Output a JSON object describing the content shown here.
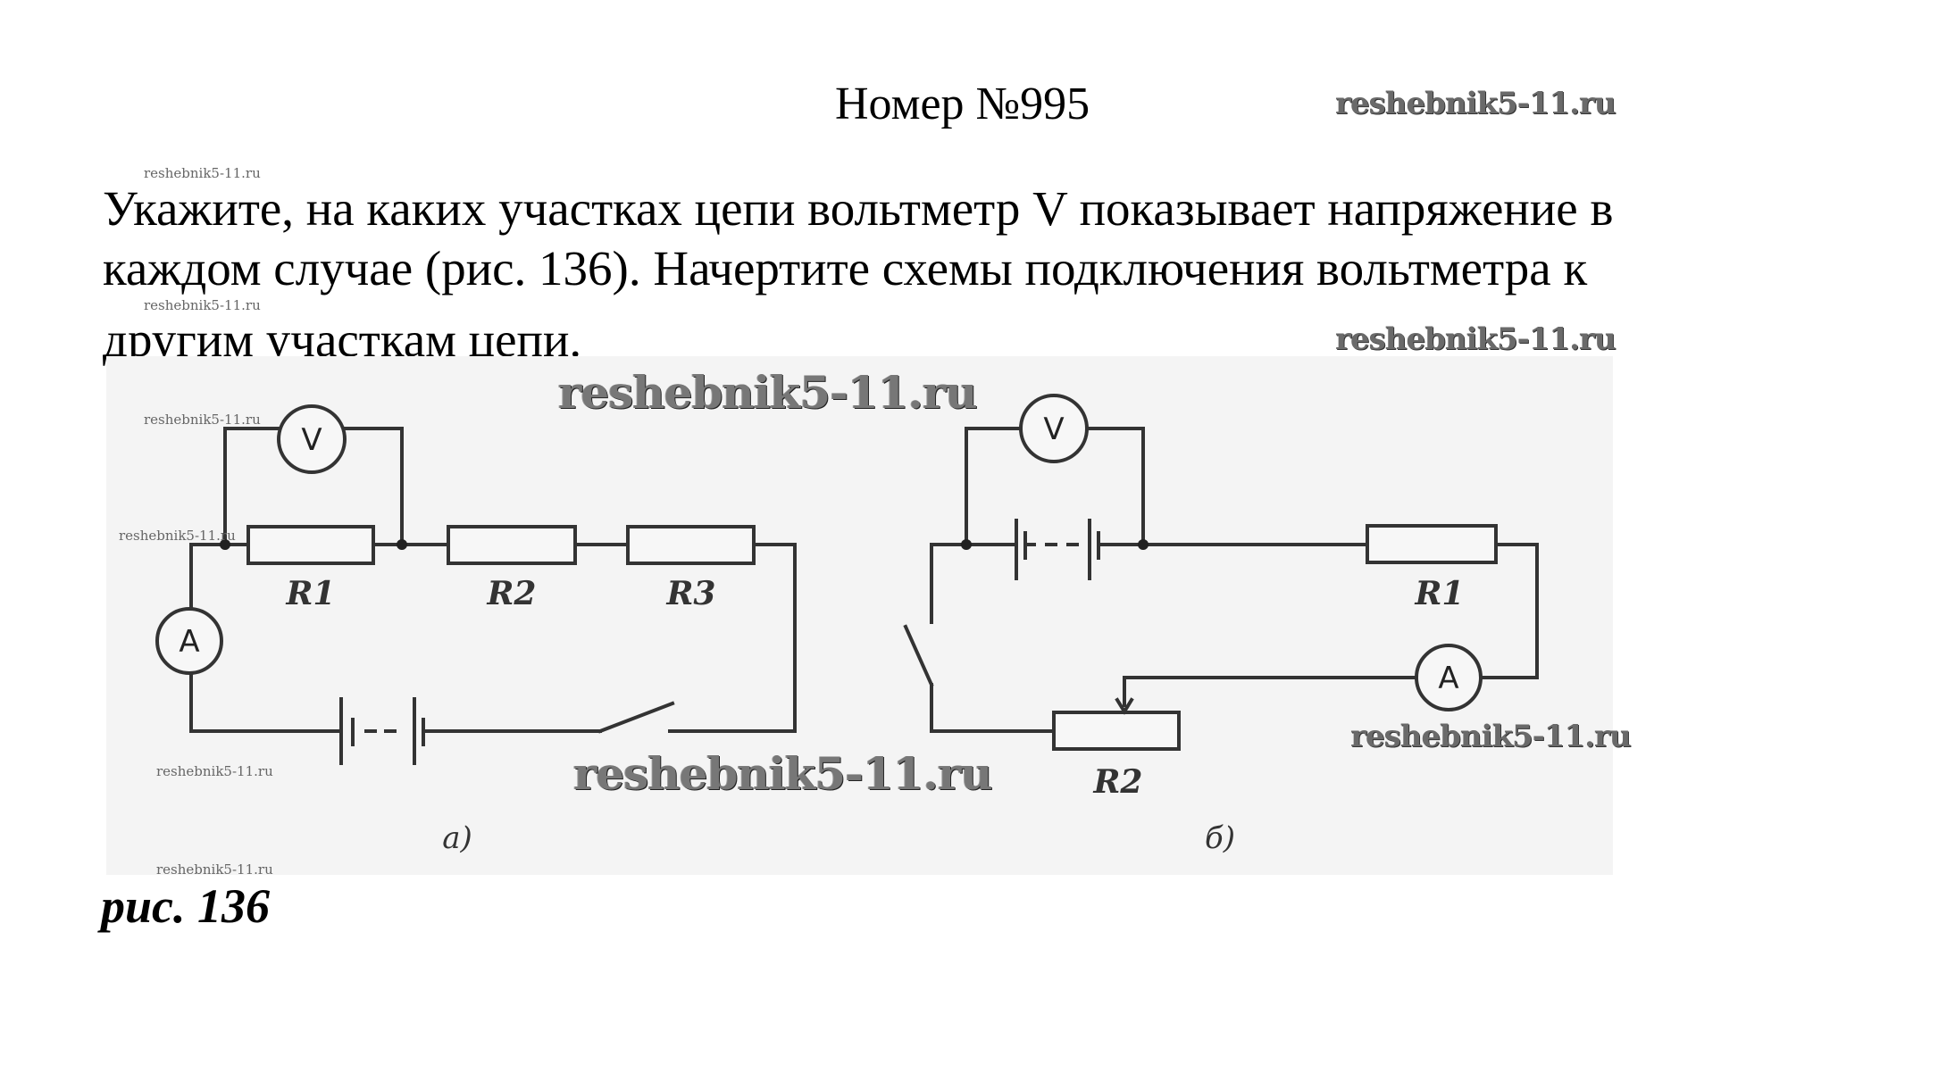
{
  "document": {
    "title": "Номер №995",
    "paragraph_lines": [
      "Укажите, на каких участках цепи вольтметр V показывает напряжение в",
      "каждом случае (рис. 136). Начертите схемы подключения вольтметра к",
      "другим участкам цепи."
    ],
    "figure_caption": "рис. 136"
  },
  "watermarks": {
    "text": "reshebnik5-11.ru"
  },
  "circuit_a": {
    "caption": "а)",
    "voltmeter": "V",
    "ammeter": "A",
    "resistors": [
      "R1",
      "R2",
      "R3"
    ]
  },
  "circuit_b": {
    "caption": "б)",
    "voltmeter": "V",
    "ammeter": "A",
    "resistors": [
      "R1",
      "R2"
    ]
  }
}
